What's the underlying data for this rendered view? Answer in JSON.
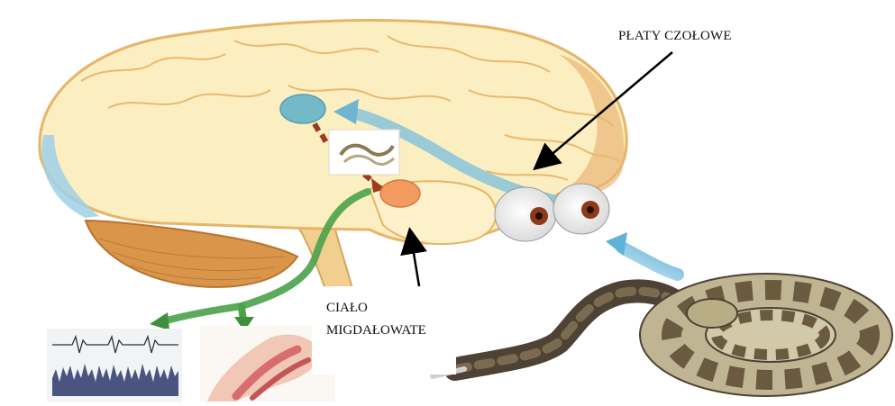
{
  "labels": {
    "frontal_lobes": "PŁATY CZOŁOWE",
    "amygdala_line1": "CIAŁO",
    "amygdala_line2": "MIGDAŁOWATE"
  },
  "colors": {
    "brain_fill": "#fbeec0",
    "brain_outline": "#e7b468",
    "cerebellum": "#d9954a",
    "thalamus": "#74b9c8",
    "amygdala": "#f29a5f",
    "visual_pathway": "#8ec5d8",
    "motor_pathway": "#4aa24a",
    "snake_dark": "#4d4233",
    "snake_light": "#d2c9a8",
    "muscle": "#d86d6d",
    "pointer": "#000000"
  },
  "icons": [
    "brain-icon",
    "eyes-icon",
    "snake-icon",
    "ecg-chart-icon",
    "leg-muscle-icon",
    "snake-image-icon"
  ]
}
